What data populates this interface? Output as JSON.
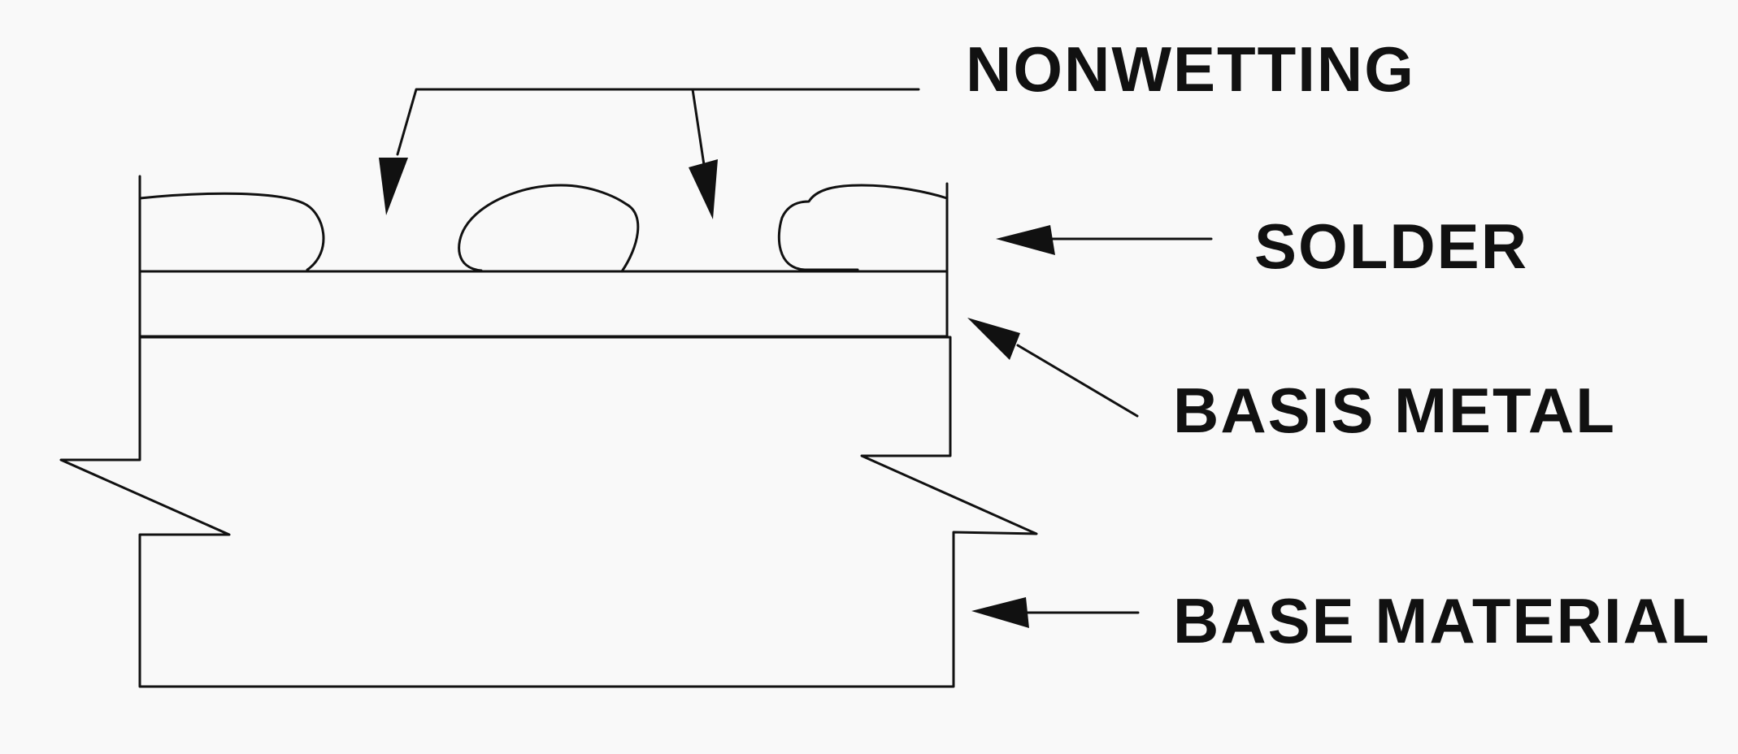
{
  "labels": {
    "nonwetting": "NONWETTING",
    "solder": "SOLDER",
    "basis_metal": "BASIS METAL",
    "base_material": "BASE MATERIAL"
  },
  "colors": {
    "background": "#f9f9f9",
    "line": "#111111",
    "basis_metal_fill": "#8c8c8c",
    "base_material_fill": "#ebebeb",
    "text": "#111111"
  }
}
